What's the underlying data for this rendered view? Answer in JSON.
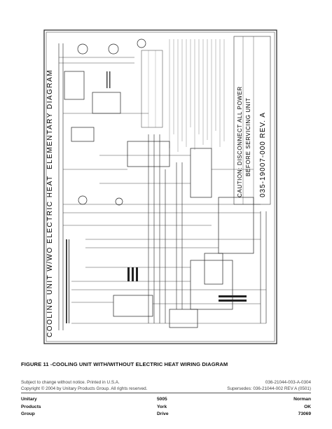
{
  "diagram": {
    "title_side": "ELEMENTARY DIAGRAM",
    "unit_label": "COOLING UNIT W/WO ELECTRIC HEAT",
    "caution_title": "CAUTION: DISCONNECT ALL POWER",
    "caution_sub": "BEFORE SERVICING UNIT",
    "part_number": "035-19007-000 REV. A"
  },
  "caption": "FIGURE 11 -COOLING UNIT WITH/WITHOUT ELECTRIC HEAT WIRING DIAGRAM",
  "footer": {
    "notice_line1": "Subject to change without notice. Printed in U.S.A.",
    "notice_line2": "Copyright © 2004 by Unitary Products Group. All rights reserved.",
    "doc_number": "036-21044-003-A-0304",
    "supersedes": "Supersedes: 036-21044-002 REV A (0501)",
    "company": [
      "Unitary",
      "Products",
      "Group"
    ],
    "address": [
      "5005",
      "York",
      "Drive"
    ],
    "city": [
      "Norman",
      "OK",
      "73069"
    ]
  }
}
